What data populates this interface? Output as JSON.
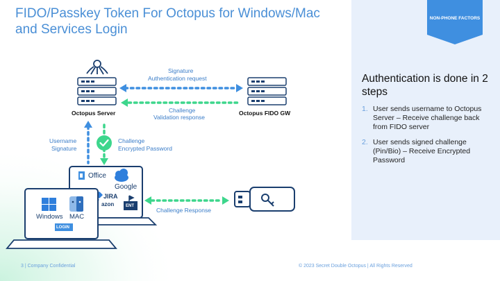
{
  "title": "FIDO/Passkey Token For Octopus for Windows/Mac and Services Login",
  "badge": "NON-PHONE FACTORS",
  "panel": {
    "heading": "Authentication is done in 2 steps",
    "steps": [
      {
        "num": "1.",
        "text": "User sends username to Octopus Server – Receive challenge back from FIDO server"
      },
      {
        "num": "2.",
        "text": "User sends signed challenge (Pin/Bio) – Receive Encrypted Password"
      }
    ]
  },
  "diagram": {
    "octopus_server": "Octopus Server",
    "fido_gw": "Octopus FIDO GW",
    "sig_req_1": "Signature",
    "sig_req_2": "Authentication request",
    "chal_val_1": "Challenge",
    "chal_val_2": "Validation response",
    "user_sig_1": "Username",
    "user_sig_2": "Signature",
    "chal_enc_1": "Challenge",
    "chal_enc_2": "Encrypted Password",
    "chal_resp": "Challenge Response",
    "windows": "Windows",
    "mac": "MAC",
    "login": "LOGIN",
    "office": "Office",
    "google": "Google",
    "jira": "JIRA",
    "amazon": "azon",
    "ent": "ENT"
  },
  "footer": {
    "left": "3  |  Company Confidential",
    "right": "© 2023 Secret Double Octopus | All Rights Reserved"
  },
  "colors": {
    "accent_blue": "#4a8fd6",
    "green": "#3dd68c",
    "badge_blue": "#3f8fe0",
    "panel_bg": "#e8f0fb"
  }
}
